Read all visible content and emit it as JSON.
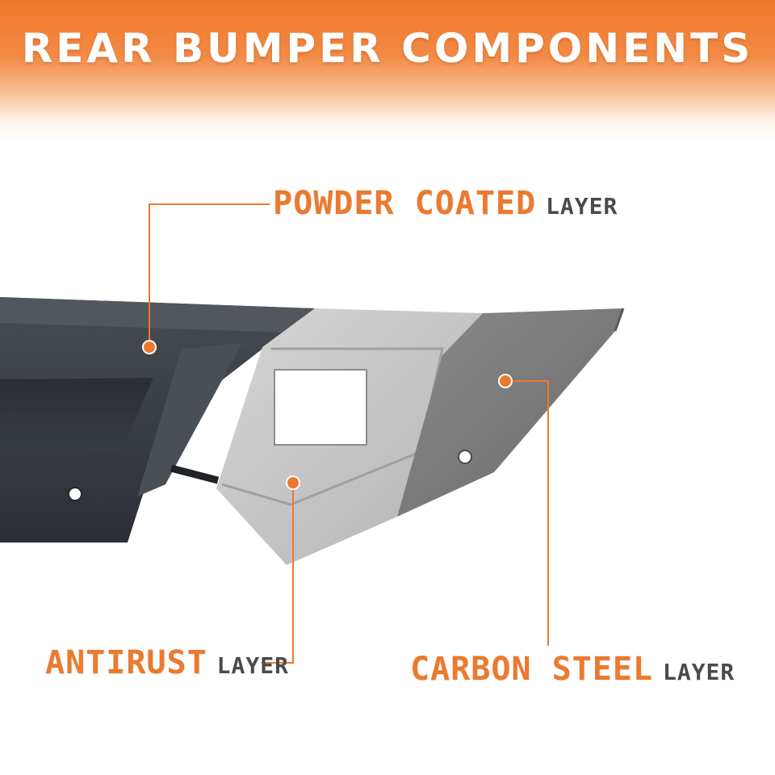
{
  "banner": {
    "title": "REAR BUMPER COMPONENTS"
  },
  "colors": {
    "accent": "#ec7a2e",
    "banner_top": "#f0772a",
    "label_gray": "#4b4b4b",
    "powder_coat": "#3b4047",
    "antirust": "#c4c4c4",
    "carbon_steel": "#7c7c7c"
  },
  "callouts": [
    {
      "highlight": "POWDER COATED",
      "suffix": "LAYER"
    },
    {
      "highlight": "ANTIRUST",
      "suffix": "LAYER"
    },
    {
      "highlight": "CARBON STEEL",
      "suffix": "LAYER"
    }
  ]
}
